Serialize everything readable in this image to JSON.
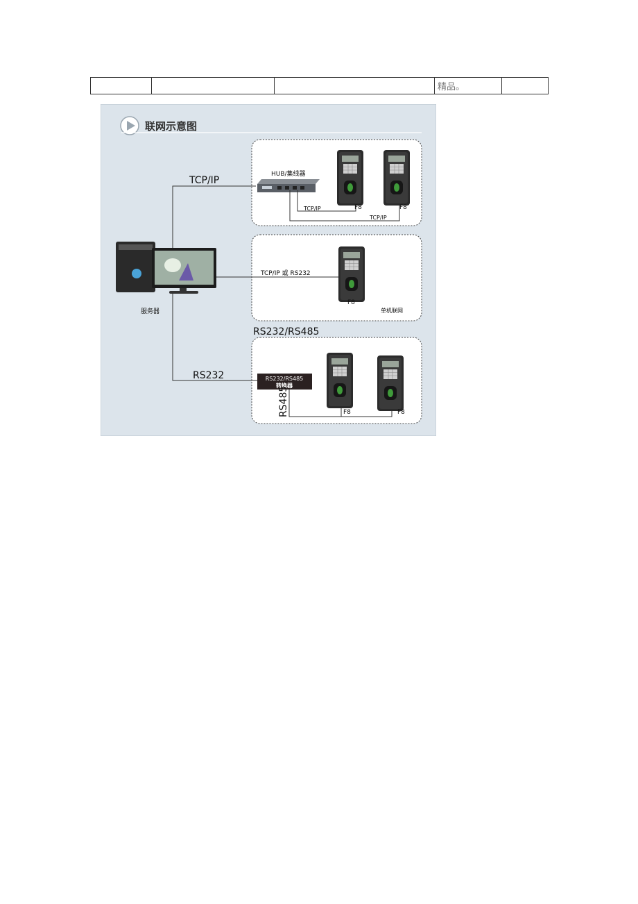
{
  "header_table": {
    "cells": [
      "",
      "",
      "",
      "精品。",
      ""
    ]
  },
  "diagram": {
    "title": "联网示意图",
    "server_label": "服务器",
    "link_tcpip": "TCP/IP",
    "hub_label": "HUB/集线器",
    "hub_link1": "TCP/IP",
    "hub_link2": "TCP/IP",
    "device_label": "F8",
    "standalone_link": "TCP/IP 或 RS232",
    "standalone_caption": "单机联网",
    "rs_group_title": "RS232/RS485",
    "link_rs232": "RS232",
    "converter_line1": "RS232/RS485",
    "converter_line2": "转换器",
    "rs485_label": "RS485"
  }
}
